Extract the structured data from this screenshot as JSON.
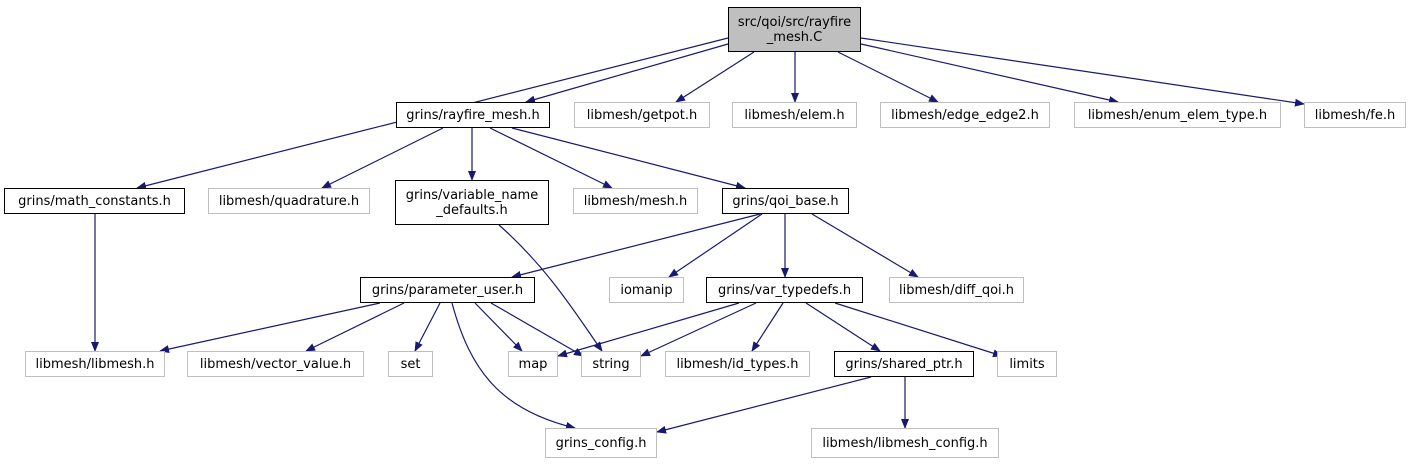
{
  "graph": {
    "edge_color": "#191970",
    "nodes": [
      {
        "id": "root",
        "label": "src/qoi/src/rayfire\n_mesh.C",
        "style": "root"
      },
      {
        "id": "rayfire_mesh",
        "label": "grins/rayfire_mesh.h",
        "style": "solid"
      },
      {
        "id": "getpot",
        "label": "libmesh/getpot.h",
        "style": "gray"
      },
      {
        "id": "elem",
        "label": "libmesh/elem.h",
        "style": "gray"
      },
      {
        "id": "edge_edge2",
        "label": "libmesh/edge_edge2.h",
        "style": "gray"
      },
      {
        "id": "enum_elem_type",
        "label": "libmesh/enum_elem_type.h",
        "style": "gray"
      },
      {
        "id": "fe",
        "label": "libmesh/fe.h",
        "style": "gray"
      },
      {
        "id": "math_constants",
        "label": "grins/math_constants.h",
        "style": "solid"
      },
      {
        "id": "quadrature",
        "label": "libmesh/quadrature.h",
        "style": "gray"
      },
      {
        "id": "variable_name_defaults",
        "label": "grins/variable_name\n_defaults.h",
        "style": "solid"
      },
      {
        "id": "mesh",
        "label": "libmesh/mesh.h",
        "style": "gray"
      },
      {
        "id": "qoi_base",
        "label": "grins/qoi_base.h",
        "style": "solid"
      },
      {
        "id": "parameter_user",
        "label": "grins/parameter_user.h",
        "style": "solid"
      },
      {
        "id": "iomanip",
        "label": "iomanip",
        "style": "gray"
      },
      {
        "id": "var_typedefs",
        "label": "grins/var_typedefs.h",
        "style": "solid"
      },
      {
        "id": "diff_qoi",
        "label": "libmesh/diff_qoi.h",
        "style": "gray"
      },
      {
        "id": "libmesh",
        "label": "libmesh/libmesh.h",
        "style": "gray"
      },
      {
        "id": "vector_value",
        "label": "libmesh/vector_value.h",
        "style": "gray"
      },
      {
        "id": "set",
        "label": "set",
        "style": "gray"
      },
      {
        "id": "map",
        "label": "map",
        "style": "gray"
      },
      {
        "id": "string",
        "label": "string",
        "style": "gray"
      },
      {
        "id": "id_types",
        "label": "libmesh/id_types.h",
        "style": "gray"
      },
      {
        "id": "shared_ptr",
        "label": "grins/shared_ptr.h",
        "style": "solid"
      },
      {
        "id": "limits",
        "label": "limits",
        "style": "gray"
      },
      {
        "id": "grins_config",
        "label": "grins_config.h",
        "style": "gray"
      },
      {
        "id": "libmesh_config",
        "label": "libmesh/libmesh_config.h",
        "style": "gray"
      }
    ],
    "edges": [
      {
        "from": "root",
        "to": "math_constants"
      },
      {
        "from": "root",
        "to": "rayfire_mesh"
      },
      {
        "from": "root",
        "to": "getpot"
      },
      {
        "from": "root",
        "to": "elem"
      },
      {
        "from": "root",
        "to": "edge_edge2"
      },
      {
        "from": "root",
        "to": "enum_elem_type"
      },
      {
        "from": "root",
        "to": "fe"
      },
      {
        "from": "rayfire_mesh",
        "to": "quadrature"
      },
      {
        "from": "rayfire_mesh",
        "to": "variable_name_defaults"
      },
      {
        "from": "rayfire_mesh",
        "to": "mesh"
      },
      {
        "from": "rayfire_mesh",
        "to": "qoi_base"
      },
      {
        "from": "math_constants",
        "to": "libmesh"
      },
      {
        "from": "variable_name_defaults",
        "to": "string"
      },
      {
        "from": "qoi_base",
        "to": "parameter_user"
      },
      {
        "from": "qoi_base",
        "to": "iomanip"
      },
      {
        "from": "qoi_base",
        "to": "var_typedefs"
      },
      {
        "from": "qoi_base",
        "to": "diff_qoi"
      },
      {
        "from": "parameter_user",
        "to": "libmesh"
      },
      {
        "from": "parameter_user",
        "to": "vector_value"
      },
      {
        "from": "parameter_user",
        "to": "set"
      },
      {
        "from": "parameter_user",
        "to": "map"
      },
      {
        "from": "parameter_user",
        "to": "string"
      },
      {
        "from": "parameter_user",
        "to": "grins_config"
      },
      {
        "from": "var_typedefs",
        "to": "map"
      },
      {
        "from": "var_typedefs",
        "to": "string"
      },
      {
        "from": "var_typedefs",
        "to": "id_types"
      },
      {
        "from": "var_typedefs",
        "to": "shared_ptr"
      },
      {
        "from": "var_typedefs",
        "to": "limits"
      },
      {
        "from": "shared_ptr",
        "to": "grins_config"
      },
      {
        "from": "shared_ptr",
        "to": "libmesh_config"
      }
    ]
  }
}
